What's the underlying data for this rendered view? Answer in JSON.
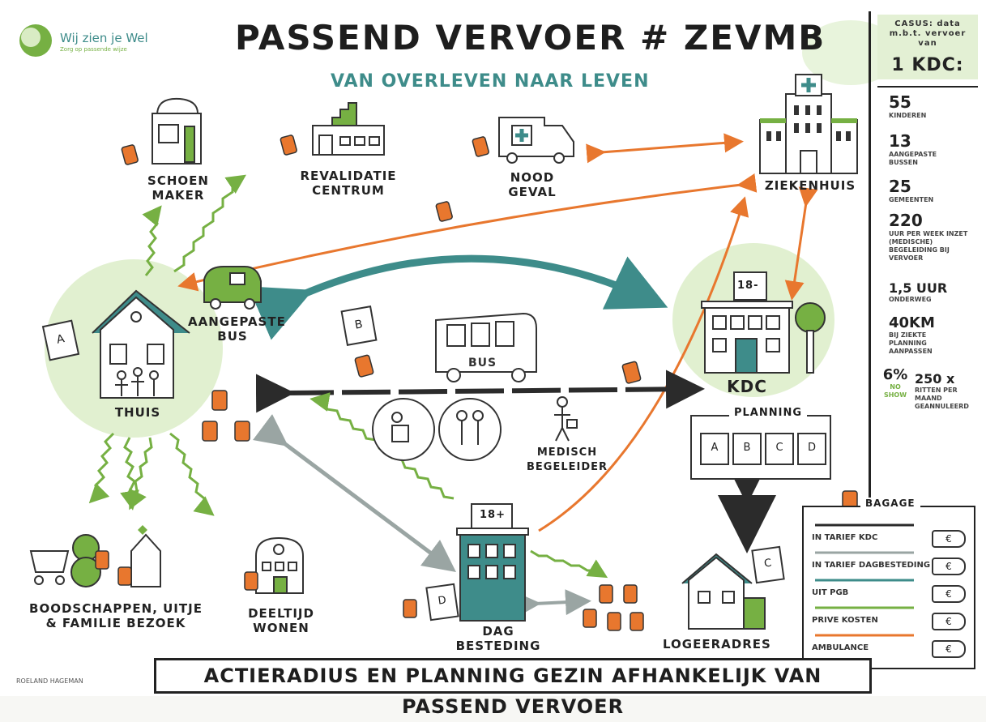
{
  "logo": {
    "text": "Wij zien je Wel",
    "tagline": "Zorg op passende wijze"
  },
  "title": "PASSEND VERVOER # ZEVMB",
  "subtitle": "VAN OVERLEVEN NAAR LEVEN",
  "nodes": {
    "schoenmaker": "SCHOEN MAKER",
    "revalidatie": "REVALIDATIE CENTRUM",
    "noodgeval": "NOOD GEVAL",
    "ziekenhuis": "ZIEKENHUIS",
    "thuis": "THUIS",
    "aangepaste_bus": "AANGEPASTE BUS",
    "bus_text": "BUS",
    "kdc": "KDC",
    "kdc_sign": "18-",
    "planning": "PLANNING",
    "planning_cards": [
      "A",
      "B",
      "C",
      "D"
    ],
    "medisch": "MEDISCH BEGELEIDER",
    "boodschappen": "BOODSCHAPPEN, UITJE & FAMILIE BEZOEK",
    "deeltijd": "DEELTIJD WONEN",
    "dagbesteding": "DAG BESTEDING",
    "dag_sign": "18+",
    "logeeradres": "LOGEERADRES",
    "calendar_a": "A",
    "calendar_b": "B",
    "calendar_c": "C",
    "calendar_d": "D"
  },
  "side_panel": {
    "header": "CASUS: data m.b.t. vervoer van",
    "header_big": "1 KDC:",
    "stats": [
      {
        "value": "55",
        "label": "KINDEREN"
      },
      {
        "value": "13",
        "label": "AANGEPASTE BUSSEN"
      },
      {
        "value": "25",
        "label": "GEMEENTEN"
      },
      {
        "value": "220",
        "label": "UUR PER WEEK INZET (MEDISCHE) BEGELEIDING BIJ VERVOER"
      },
      {
        "value": "1,5 UUR",
        "label": "ONDERWEG"
      },
      {
        "value": "40KM",
        "label": "BIJ ZIEKTE PLANNING AANPASSEN"
      },
      {
        "value": "250 x",
        "label": "RITTEN PER MAAND GEANNULEERD"
      }
    ],
    "no_show_value": "6%",
    "no_show_label": "NO SHOW"
  },
  "legend": {
    "title": "BAGAGE",
    "rows": [
      {
        "label": "IN TARIEF KDC",
        "color": "#2b2b2b"
      },
      {
        "label": "IN TARIEF DAGBESTEDING",
        "color": "#9aa5a3"
      },
      {
        "label": "UIT PGB",
        "color": "#3e8c8a"
      },
      {
        "label": "PRIVE KOSTEN",
        "color": "#76b043"
      },
      {
        "label": "AMBULANCE",
        "color": "#e8772e"
      }
    ],
    "euro": "€"
  },
  "banner": "ACTIERADIUS EN PLANNING GEZIN AFHANKELIJK VAN PASSEND VERVOER",
  "footer_credit": "ROELAND HAGEMAN",
  "colors": {
    "teal": "#3e8c8a",
    "green": "#76b043",
    "orange": "#e8772e",
    "dark": "#2b2b2b",
    "grey": "#9aa5a3",
    "glow": "#d9ecc4"
  }
}
